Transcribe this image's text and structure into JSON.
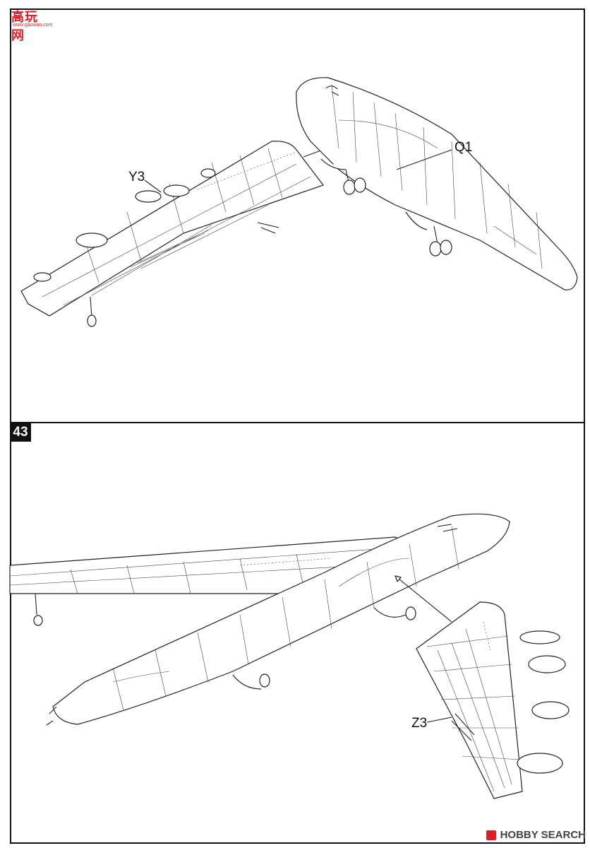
{
  "watermark": {
    "text": "高玩网",
    "url": "www.gaowan.com"
  },
  "steps": [
    {
      "number": "",
      "parts": [
        {
          "label": "Y3"
        },
        {
          "label": "Q1"
        }
      ]
    },
    {
      "number": "43",
      "parts": [
        {
          "label": "Z3"
        }
      ]
    }
  ],
  "footer": {
    "text": "HOBBY SEARCH"
  },
  "colors": {
    "line": "#222222",
    "background": "#ffffff",
    "watermark": "#d8202a"
  }
}
